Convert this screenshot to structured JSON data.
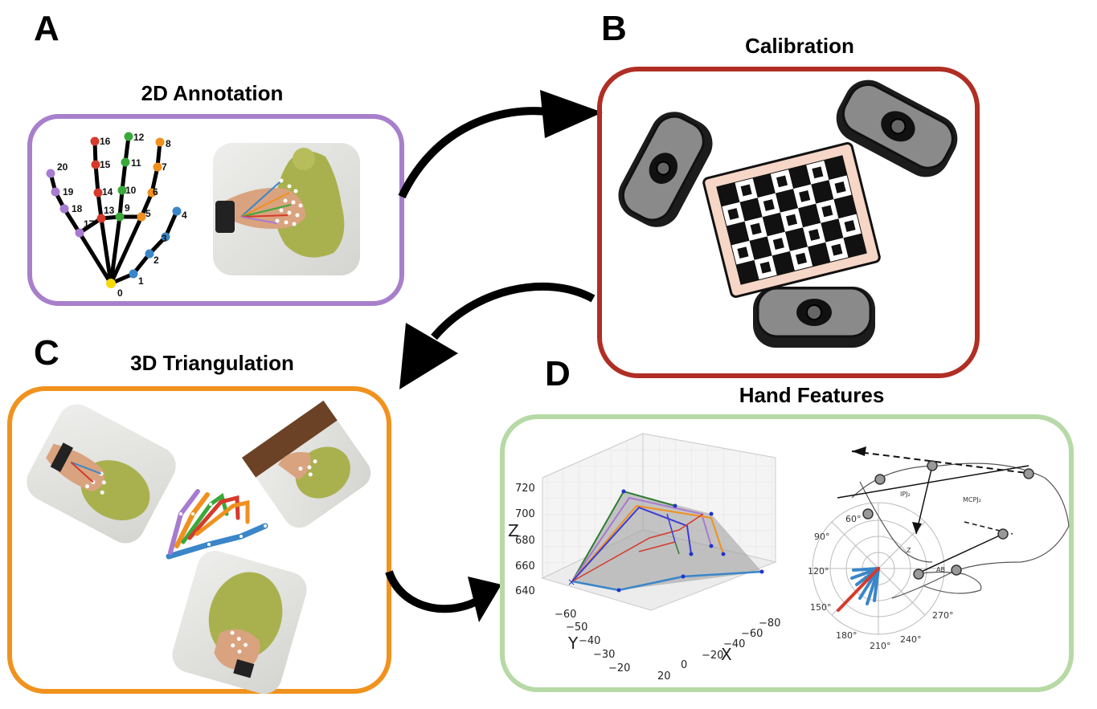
{
  "panels": {
    "a": {
      "letter": "A",
      "title": "2D Annotation"
    },
    "b": {
      "letter": "B",
      "title": "Calibration"
    },
    "c": {
      "letter": "C",
      "title": "3D Triangulation"
    },
    "d": {
      "letter": "D",
      "title": "Hand Features"
    }
  },
  "hand_keypoints": [
    "0",
    "1",
    "2",
    "3",
    "4",
    "5",
    "6",
    "7",
    "8",
    "9",
    "10",
    "11",
    "12",
    "13",
    "14",
    "15",
    "16",
    "17",
    "18",
    "19",
    "20"
  ],
  "keypoint_colors": {
    "wrist": "#f5d90a",
    "thumb": "#3a86c8",
    "index": "#f0901e",
    "middle": "#3aa83a",
    "ring": "#d63a2a",
    "pinky": "#a77bd0"
  },
  "frame_colors": {
    "a": "#a87fcc",
    "b": "#b02e24",
    "c": "#f0921e",
    "d": "#b7d9a6"
  },
  "plot3d": {
    "axes": {
      "x": "X",
      "y": "Y",
      "z": "Z"
    },
    "z_ticks": [
      "720",
      "700",
      "680",
      "660",
      "640"
    ],
    "y_ticks": [
      "−60",
      "−50",
      "−40",
      "−30",
      "−20"
    ],
    "x_ticks": [
      "20",
      "0",
      "−20",
      "−40",
      "−60",
      "−80"
    ]
  },
  "polar": {
    "angle_labels": [
      "60°",
      "90°",
      "120°",
      "150°",
      "180°",
      "210°",
      "240°",
      "270°"
    ]
  },
  "sketch_labels": [
    "IPJ₂",
    "MCPJ₂",
    "AB",
    "Z"
  ]
}
